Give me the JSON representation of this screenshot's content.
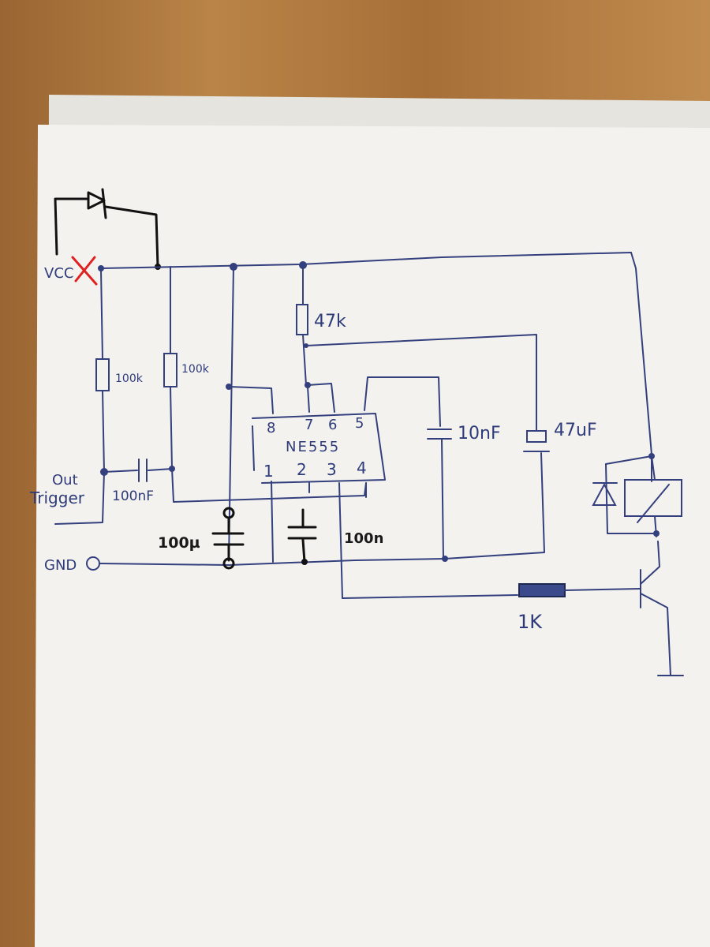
{
  "labels": {
    "vcc": "VCC",
    "out": "Out",
    "trigger": "Trigger",
    "gnd": "GND",
    "r1": "100k",
    "r2": "100k",
    "r3": "47k",
    "c_trigger": "100nF",
    "c_ctrl": "10nF",
    "c_timing": "47uF",
    "c_bulk": "100µ",
    "c_decouple": "100n",
    "r_base": "1K",
    "ic_name": "NE555",
    "pin8": "8",
    "pin7": "7",
    "pin6": "6",
    "pin5": "5",
    "pin1": "1",
    "pin2": "2",
    "pin3": "3",
    "pin4": "4"
  },
  "colors": {
    "ink_blue": "#34407e",
    "ink_black": "#111111",
    "ink_red": "#e02020",
    "paper": "#f4f2ee",
    "desk": "#b07a3e"
  }
}
